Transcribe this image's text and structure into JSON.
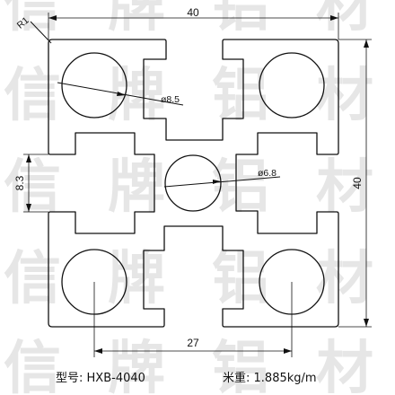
{
  "drawing": {
    "title_dims": {
      "width": "40",
      "height": "40",
      "left_slot": "8.3",
      "bottom_span": "27"
    },
    "notes": {
      "radius": "R1",
      "big_hole": "ø8.5",
      "center_hole": "ø6.8"
    }
  },
  "watermark": {
    "chars": [
      "信",
      "牌",
      "铝",
      "材"
    ]
  },
  "caption": {
    "model_label": "型号:",
    "model_value": "HXB-4040",
    "weight_label": "米重:",
    "weight_value": "1.885kg/m"
  },
  "colors": {
    "line": "#111111",
    "watermark": "#e6e6e6"
  }
}
